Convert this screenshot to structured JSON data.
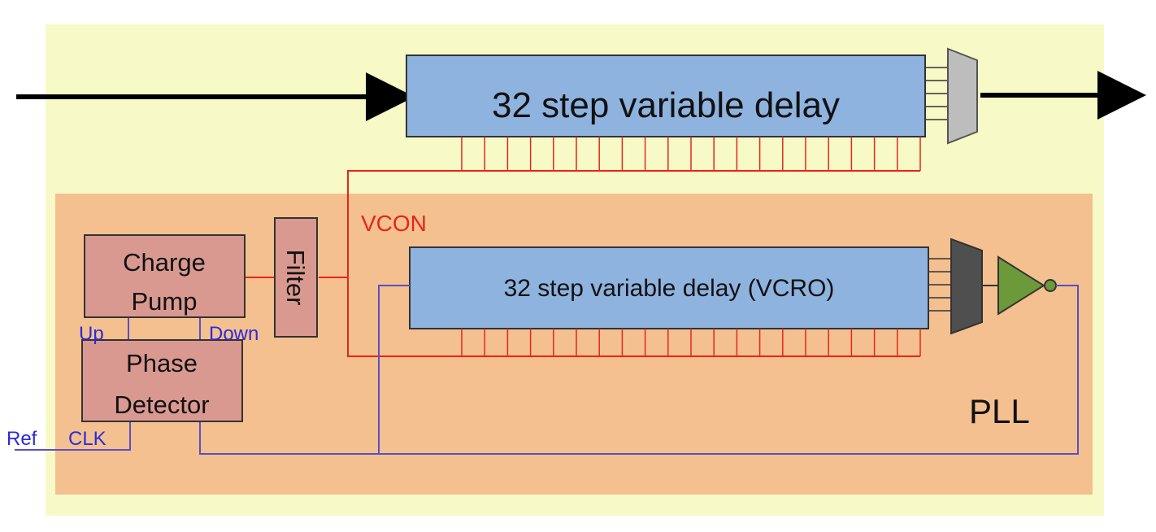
{
  "colors": {
    "outer_bg": "#f7fac6",
    "pll_bg": "#f4c08f",
    "delay_box": "#8eb3df",
    "block_box": "#da9990",
    "vcon_wire": "#e8251c",
    "clock_wire": "#5a4fc4",
    "label_blue": "#2b2bdc",
    "mux_top": "#bdbdbd",
    "mux_bottom": "#4f4f4f",
    "inverter": "#6c9a3a"
  },
  "delay_line": {
    "label": "32 step variable delay"
  },
  "vcro": {
    "label": "32 step variable delay (VCRO)"
  },
  "charge_pump": {
    "line1": "Charge",
    "line2": "Pump"
  },
  "filter": {
    "label": "Filter"
  },
  "phase_detector": {
    "line1": "Phase",
    "line2": "Detector"
  },
  "signals": {
    "vcon": "VCON",
    "up": "Up",
    "down": "Down",
    "ref": "Ref",
    "clk": "CLK"
  },
  "pll": {
    "label": "PLL"
  },
  "icons": [
    "input-arrow",
    "output-arrow",
    "multiplexer",
    "inverter"
  ]
}
